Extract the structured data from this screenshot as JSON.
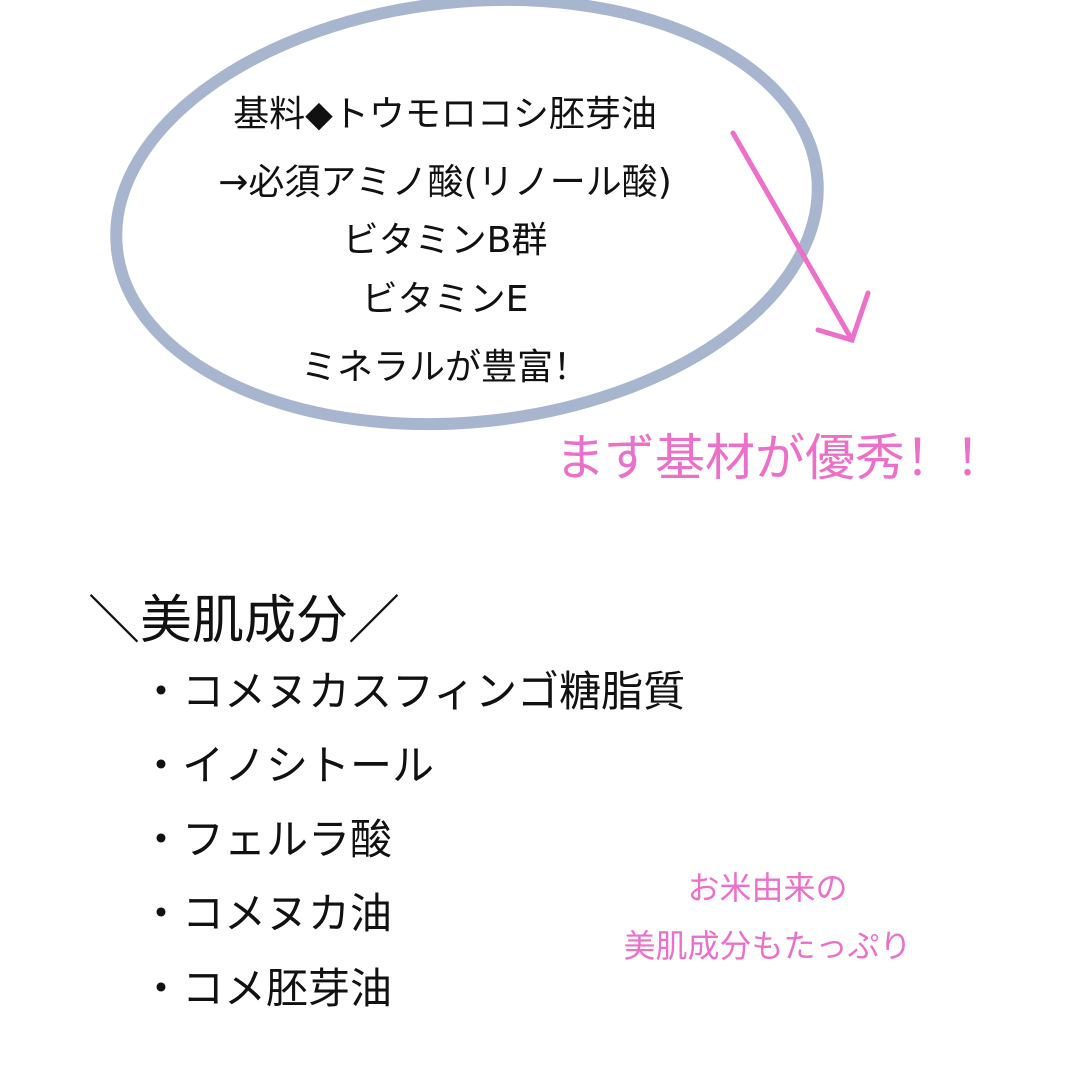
{
  "circle_lines": [
    "基料◆トウモロコシ胚芽油",
    "→必須アミノ酸(リノール酸)",
    "ビタミンB群",
    "ビタミンE",
    "ミネラルが豊富！"
  ],
  "headline": "まず基材が優秀！！",
  "section": {
    "heading": "＼美肌成分／",
    "items": [
      "・コメヌカスフィンゴ糖脂質",
      "・イノシトール",
      "・フェルラ酸",
      "・コメヌカ油",
      "・コメ胚芽油"
    ]
  },
  "note": [
    "お米由来の",
    "美肌成分もたっぷり"
  ],
  "colors": {
    "circle": "#a7b5cf",
    "accent": "#ec6fc9",
    "text": "#111111"
  }
}
